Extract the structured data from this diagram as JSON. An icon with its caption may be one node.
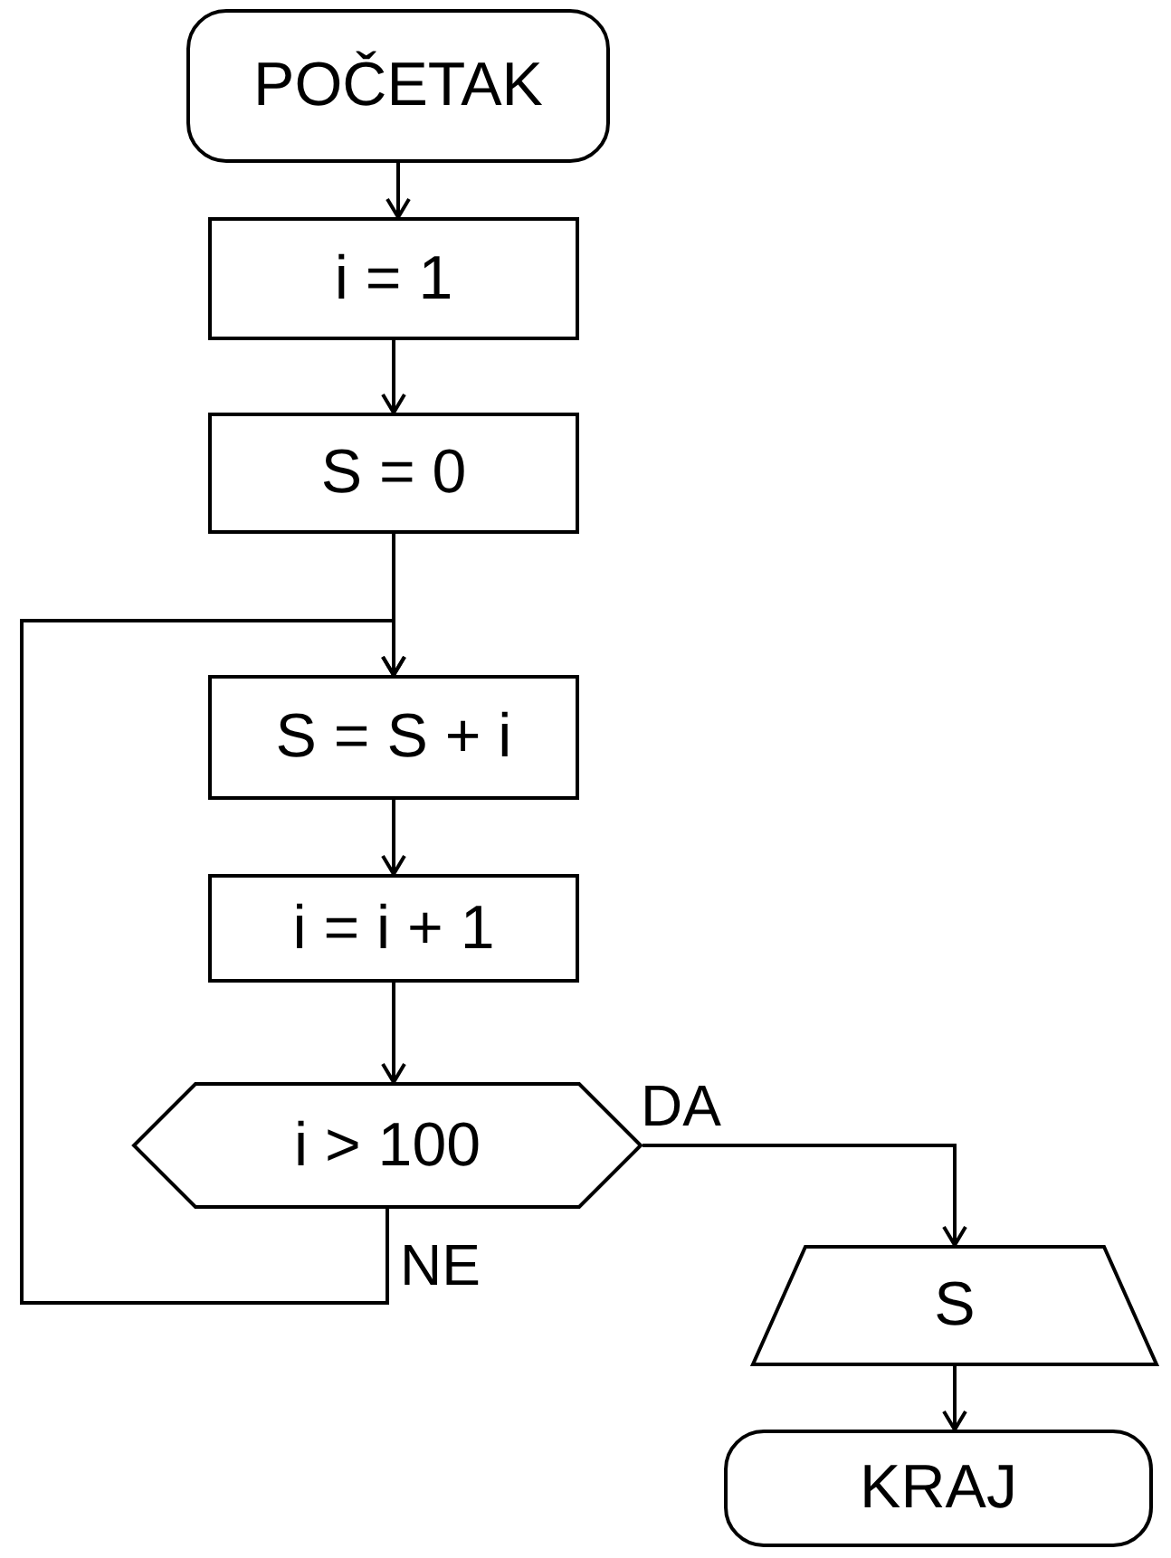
{
  "diagram": {
    "nodes": [
      {
        "text": [
          "POČETAK"
        ]
      },
      {
        "text": [
          "i = 1"
        ]
      },
      {
        "text": [
          "S = 0"
        ]
      },
      {
        "text": [
          "S = S + i"
        ]
      },
      {
        "text": [
          "i = i + 1"
        ]
      },
      {
        "text": [
          "i > 100"
        ]
      },
      {
        "text": [
          "S"
        ]
      },
      {
        "text": [
          "KRAJ"
        ]
      }
    ],
    "edges": [
      {
        "from": 0,
        "to": 1,
        "arrow": "to"
      },
      {
        "from": 1,
        "to": 2,
        "arrow": "to"
      },
      {
        "from": 2,
        "to": 3,
        "arrow": "to"
      },
      {
        "from": 3,
        "to": 4,
        "arrow": "to"
      },
      {
        "from": 4,
        "to": 5,
        "arrow": "to"
      },
      {
        "from": 5,
        "to": 6,
        "arrow": "to",
        "label": "DA"
      },
      {
        "from": 5,
        "to": 3,
        "arrow": "to",
        "label": "NE"
      },
      {
        "from": 6,
        "to": 7,
        "arrow": "to"
      }
    ]
  }
}
